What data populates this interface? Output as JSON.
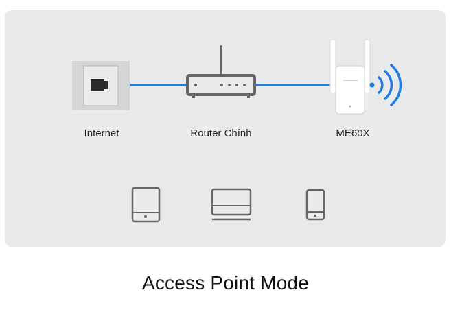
{
  "colors": {
    "background": "#e9eaec",
    "link": "#1f7be3",
    "outline": "#666666",
    "outlet_plate": "#d4d5d7"
  },
  "nodes": {
    "internet": {
      "label": "Internet",
      "icon": "ethernet-wall-outlet-icon"
    },
    "router": {
      "label": "Router Chính",
      "icon": "router-icon"
    },
    "extender": {
      "label": "ME60X",
      "icon": "range-extender-icon"
    }
  },
  "clients": [
    {
      "icon": "tablet-icon"
    },
    {
      "icon": "laptop-icon"
    },
    {
      "icon": "smartphone-icon"
    }
  ],
  "title": "Access Point Mode"
}
